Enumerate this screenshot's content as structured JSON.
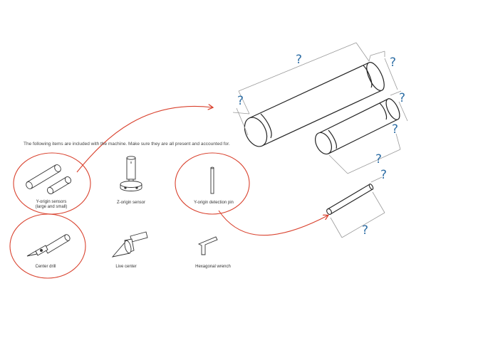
{
  "intro_text": "The following items are included with the machine. Make sure they are all present and accounted for.",
  "items": [
    {
      "label_line1": "Y-origin sensors",
      "label_line2": "(large and small)"
    },
    {
      "label_line1": "Z-origin sensor",
      "label_line2": ""
    },
    {
      "label_line1": "Y-origin detection pin",
      "label_line2": ""
    },
    {
      "label_line1": "Center drill",
      "label_line2": ""
    },
    {
      "label_line1": "Live center",
      "label_line2": ""
    },
    {
      "label_line1": "Hexagonal wrench",
      "label_line2": ""
    }
  ],
  "dimension_mark": "?",
  "colors": {
    "highlight": "#d9412d",
    "question": "#2f6fa6",
    "line": "#222222",
    "dimension": "#9a9a9a"
  }
}
